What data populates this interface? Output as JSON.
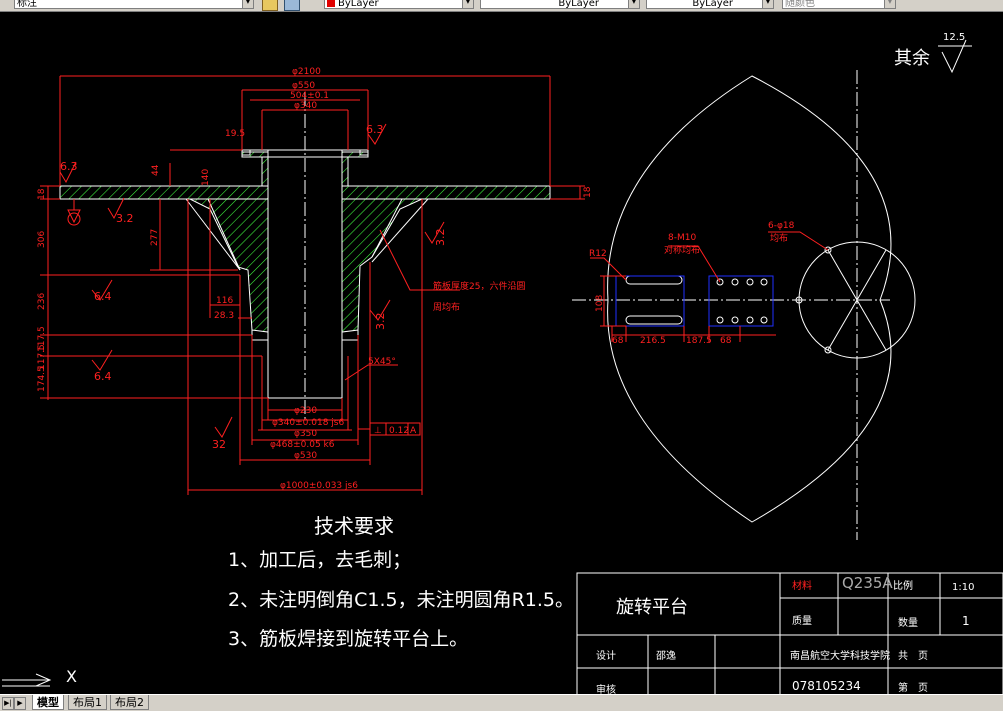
{
  "toolbar": {
    "style_combo": "标注",
    "color_combo": "ByLayer",
    "linetype_combo": "ByLayer",
    "lineweight_combo": "ByLayer",
    "plotstyle_combo": "随颜色"
  },
  "drawing": {
    "roughness_other_label": "其余",
    "roughness_other_value": "12.5",
    "dims": {
      "d2100": "φ2100",
      "d550": "φ550",
      "d504": "504±0.1",
      "d340top": "φ340",
      "d19_5": "19.5",
      "r6_3_top": "6.3",
      "r6_3_left": "6.3",
      "d140": "140",
      "d44": "44",
      "d18": "18",
      "d18_right": "18",
      "r3_2_a": "3.2",
      "d277": "277",
      "d306": "306",
      "r3_2_right": "3.2",
      "d236": "236",
      "r6_4_a": "6.4",
      "d116": "116",
      "d28_3": "28.3",
      "rib_note_1": "筋板厚度25，六件沿圆",
      "rib_note_2": "周均布",
      "r3_2_mid": "3.2",
      "d117_5_a": "117.5",
      "d117_5_b": "117.5",
      "d174_5": "174.5",
      "r6_4_b": "6.4",
      "chamfer": "5X45°",
      "d230": "φ230",
      "d340k6": "φ340±0.018 js6",
      "d350": "φ350",
      "d468k6": "φ468±0.05 k6",
      "r32": "32",
      "d530": "φ530",
      "d1000": "φ1000±0.033 js6",
      "tol_perp": "⊥",
      "tol_val": "0.12",
      "tol_ref": "A",
      "r12": "R12",
      "n8_m10": "8-M10",
      "n8_m10_note": "对称均布",
      "n6_d18": "6-φ18",
      "n6_d18_note": "均布",
      "d108": "108",
      "d216_5": "216.5",
      "d187_5": "187.5",
      "d68_a": "68",
      "d68_b": "68"
    },
    "tech_title": "技术要求",
    "tech_items": [
      "1、加工后，去毛刺；",
      "2、未注明倒角C1.5，未注明圆角R1.5。",
      "3、筋板焊接到旋转平台上。"
    ]
  },
  "title_block": {
    "part_name": "旋转平台",
    "material_label": "材料",
    "material_value": "Q235A",
    "scale_label": "比例",
    "scale_value": "1:10",
    "mass_label": "质量",
    "qty_label": "数量",
    "qty_value": "1",
    "designer_label": "设计",
    "designer_name": "邵逸",
    "school": "南昌航空大学科技学院",
    "sheets_label": "共　页",
    "checker_label": "审核",
    "drawing_no": "078105234",
    "sheet_label": "第　页"
  },
  "ucs_icon_label": "X",
  "tabs": [
    "模型",
    "布局1",
    "布局2"
  ],
  "colors": {
    "background": "#000000",
    "outline": "#ffffff",
    "dimension": "#ff2020",
    "hatch": "#40ff40",
    "holes": "#2030ff"
  }
}
